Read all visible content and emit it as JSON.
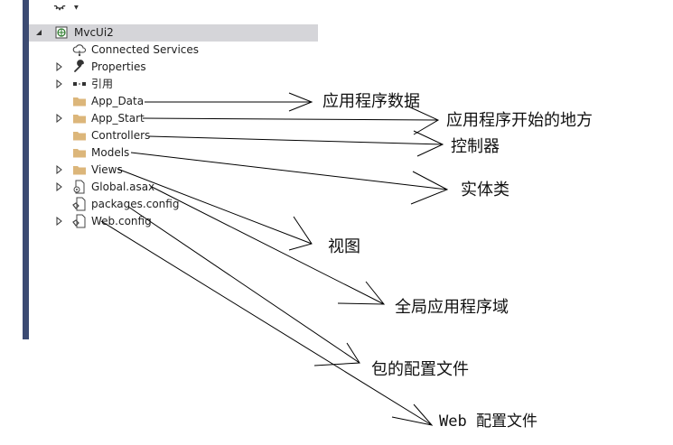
{
  "solution_explorer": {
    "project": {
      "label": "MvcUi2",
      "icon": "globe-project-icon",
      "expanded": true,
      "selected": true
    },
    "items": [
      {
        "label": "Connected Services",
        "icon": "cloud-link-icon",
        "expandable": false
      },
      {
        "label": "Properties",
        "icon": "wrench-icon",
        "expandable": true
      },
      {
        "label": "引用",
        "icon": "references-icon",
        "expandable": true
      },
      {
        "label": "App_Data",
        "icon": "folder-icon",
        "expandable": false
      },
      {
        "label": "App_Start",
        "icon": "folder-icon",
        "expandable": true
      },
      {
        "label": "Controllers",
        "icon": "folder-icon",
        "expandable": false
      },
      {
        "label": "Models",
        "icon": "folder-icon",
        "expandable": false
      },
      {
        "label": "Views",
        "icon": "folder-icon",
        "expandable": true
      },
      {
        "label": "Global.asax",
        "icon": "code-file-icon",
        "expandable": true
      },
      {
        "label": "packages.config",
        "icon": "config-file-icon",
        "expandable": false
      },
      {
        "label": "Web.config",
        "icon": "config-file-icon",
        "expandable": true
      }
    ]
  },
  "annotations": {
    "app_data": "应用程序数据",
    "app_start": "应用程序开始的地方",
    "controllers": "控制器",
    "models": "实体类",
    "views": "视图",
    "global": "全局应用程序域",
    "packages": "包的配置文件",
    "webconfig": "Web 配置文件"
  },
  "colors": {
    "selection": "#d5d5d9",
    "folder": "#dcb67a",
    "left_bar": "#3c4b73",
    "text": "#1e1e1e"
  }
}
